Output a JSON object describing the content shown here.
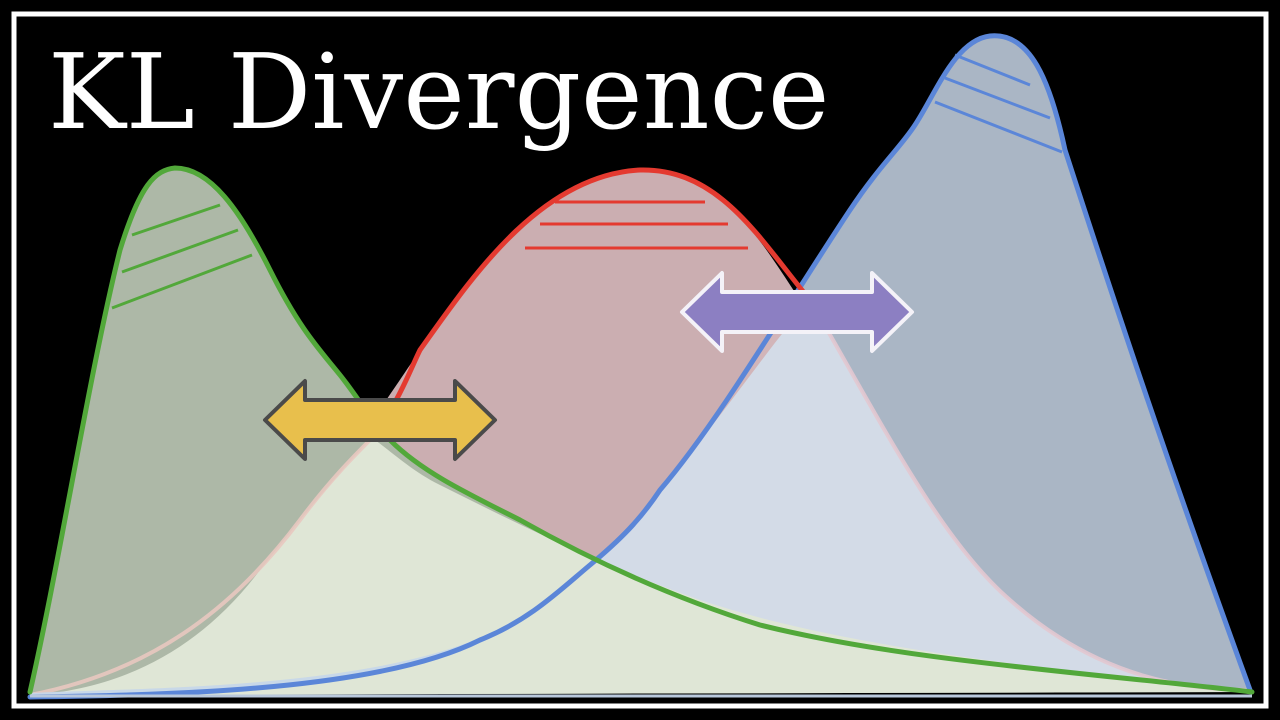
{
  "title": "KL Divergence",
  "colors": {
    "background": "#000000",
    "frame": "#ffffff",
    "title": "#ffffff",
    "green_curve": "#52a83a",
    "green_fill": "#dfe6d6",
    "red_curve": "#e43a30",
    "red_fill": "#d3b5b8",
    "blue_curve": "#5b86d8",
    "blue_fill": "#b0bccb",
    "light_fill": "#d3dbe7",
    "yellow_arrow": "#e8bf4c",
    "purple_arrow": "#8c7fc2"
  },
  "curves": [
    {
      "name": "green",
      "shape": "right-skewed"
    },
    {
      "name": "red",
      "shape": "bell"
    },
    {
      "name": "blue",
      "shape": "left-skewed"
    }
  ],
  "arrows": [
    {
      "name": "yellow-double-arrow",
      "between": [
        "green",
        "red"
      ]
    },
    {
      "name": "purple-double-arrow",
      "between": [
        "red",
        "blue"
      ]
    }
  ]
}
